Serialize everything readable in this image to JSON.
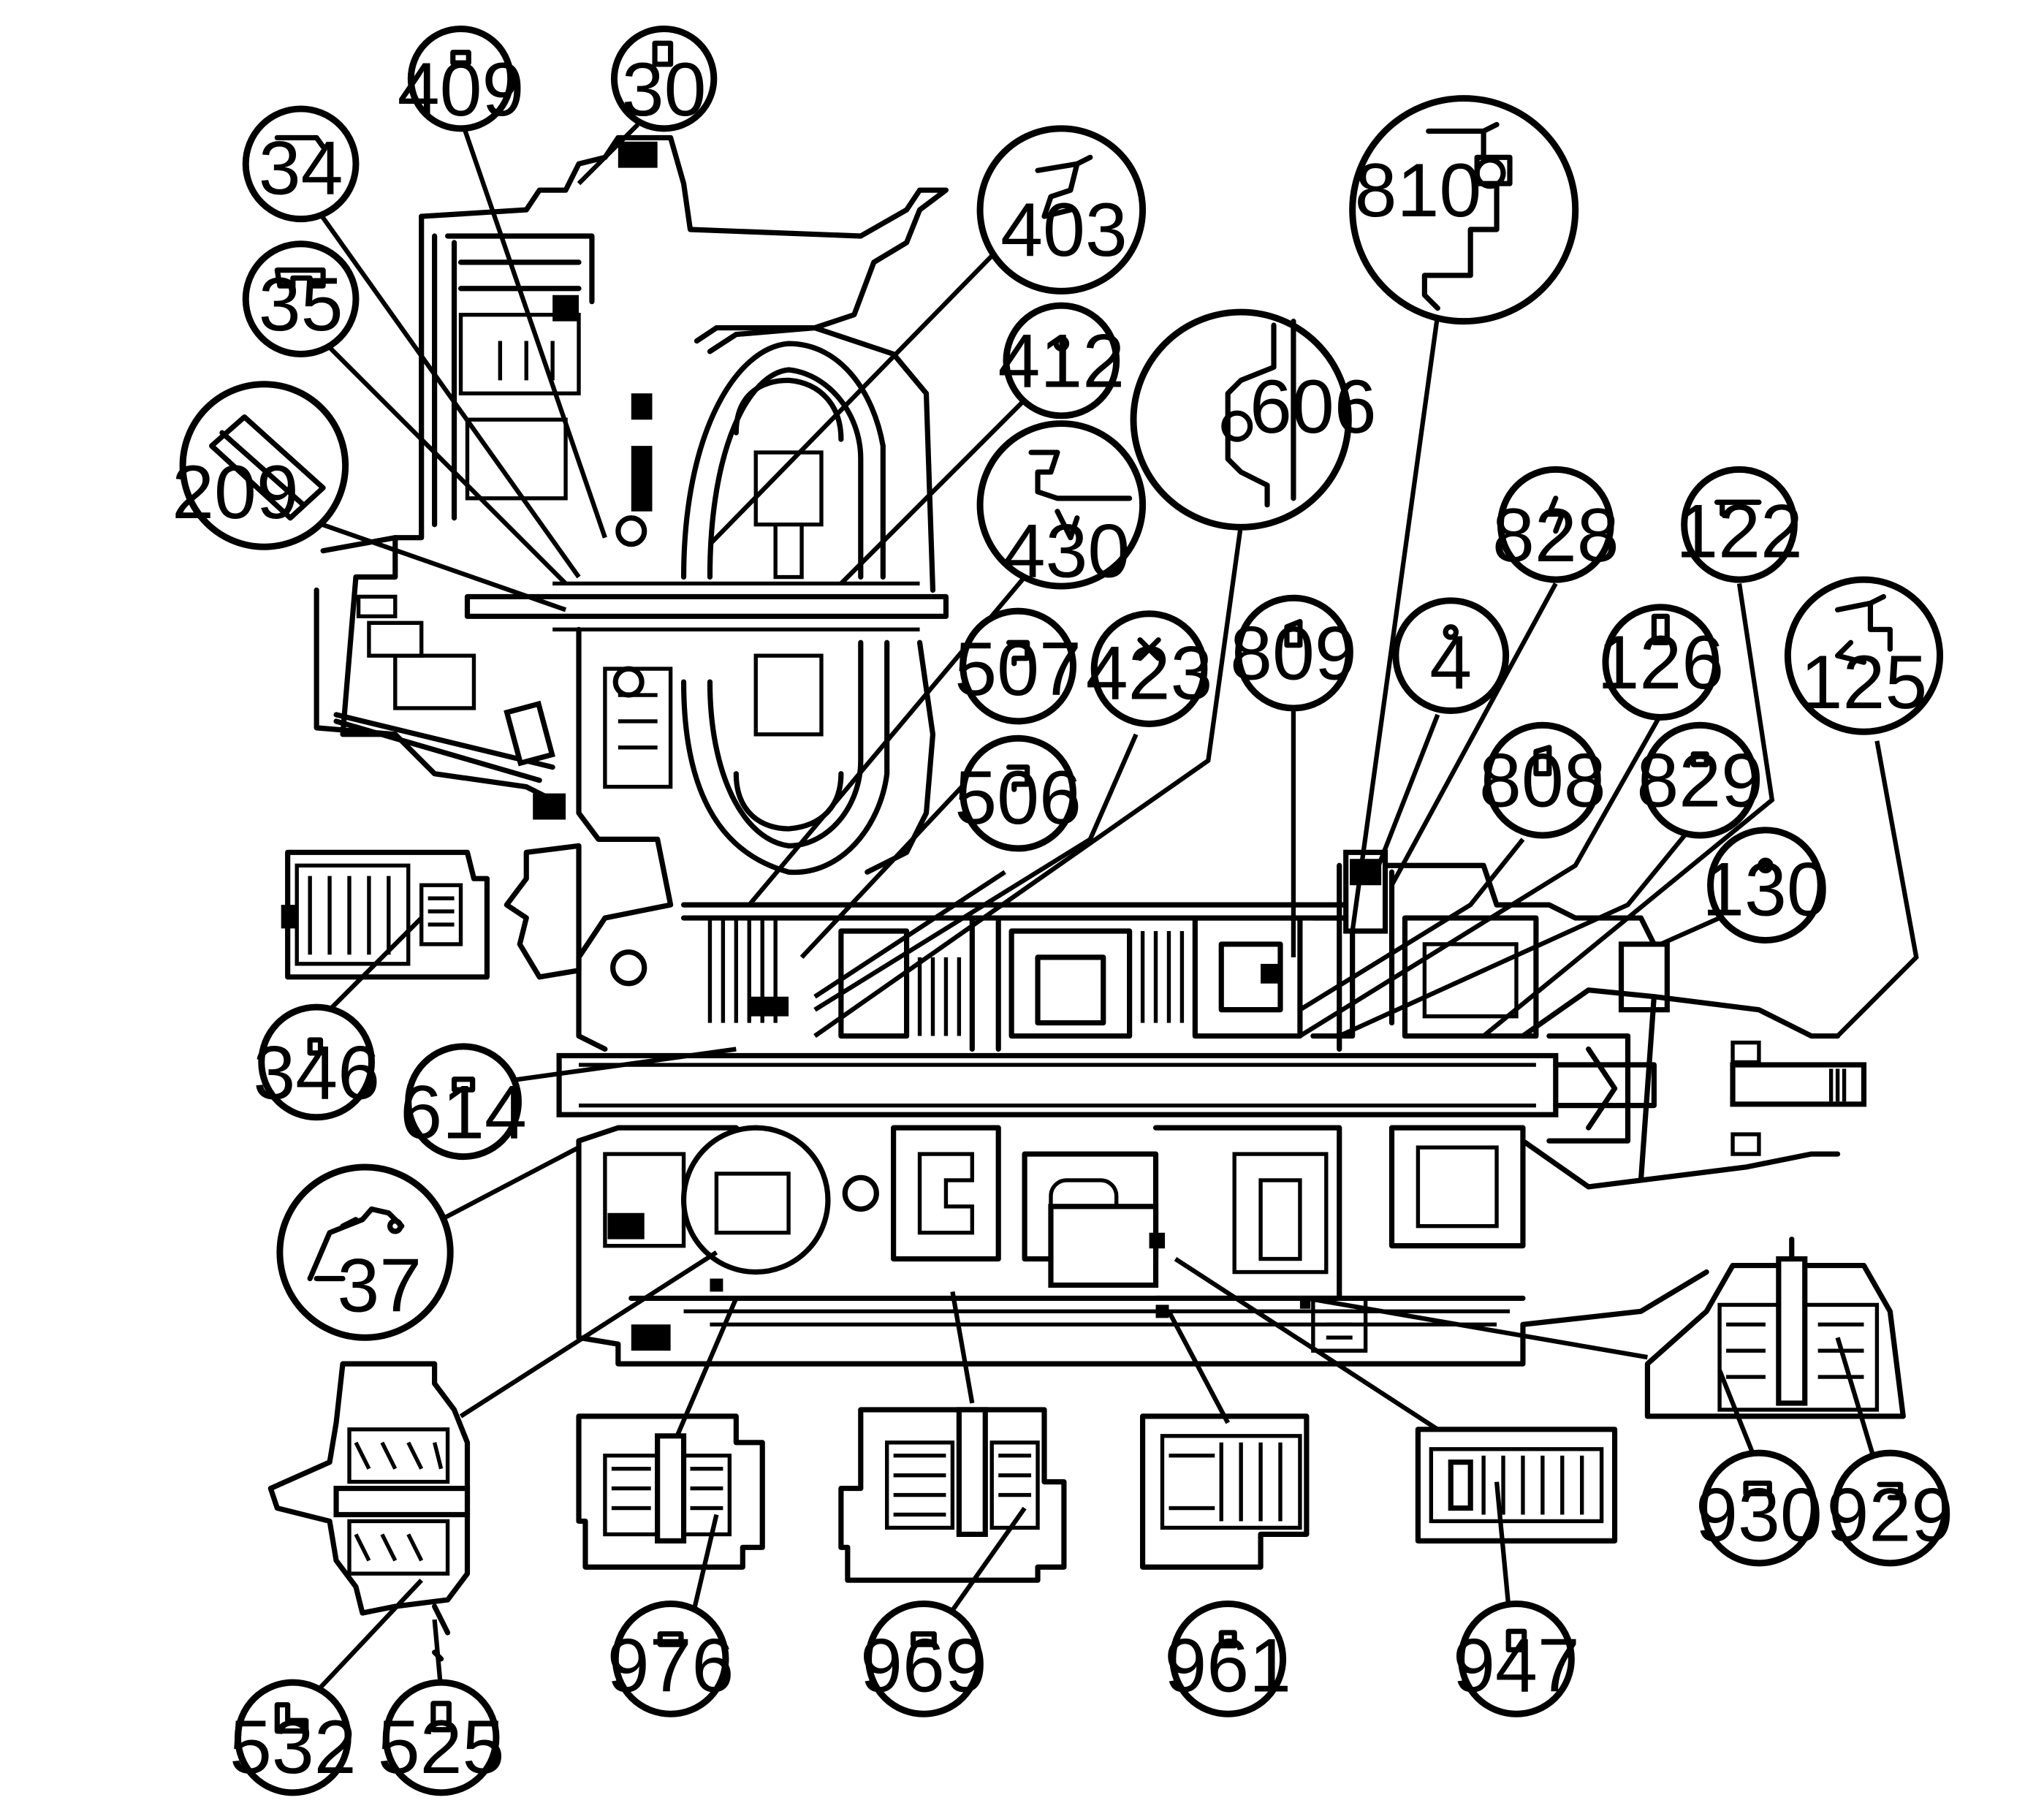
{
  "callouts": [
    {
      "id": "409",
      "label": "409"
    },
    {
      "id": "30",
      "label": "30"
    },
    {
      "id": "34",
      "label": "34"
    },
    {
      "id": "35",
      "label": "35"
    },
    {
      "id": "209",
      "label": "209"
    },
    {
      "id": "403",
      "label": "403"
    },
    {
      "id": "412",
      "label": "412"
    },
    {
      "id": "430",
      "label": "430"
    },
    {
      "id": "810",
      "label": "810"
    },
    {
      "id": "606",
      "label": "606"
    },
    {
      "id": "828",
      "label": "828"
    },
    {
      "id": "122",
      "label": "122"
    },
    {
      "id": "507",
      "label": "507"
    },
    {
      "id": "423",
      "label": "423"
    },
    {
      "id": "809",
      "label": "809"
    },
    {
      "id": "4",
      "label": "4"
    },
    {
      "id": "126",
      "label": "126"
    },
    {
      "id": "125",
      "label": "125"
    },
    {
      "id": "506",
      "label": "506"
    },
    {
      "id": "808",
      "label": "808"
    },
    {
      "id": "829",
      "label": "829"
    },
    {
      "id": "130",
      "label": "130"
    },
    {
      "id": "346",
      "label": "346"
    },
    {
      "id": "614",
      "label": "614"
    },
    {
      "id": "37",
      "label": "37"
    },
    {
      "id": "930",
      "label": "930"
    },
    {
      "id": "929",
      "label": "929"
    },
    {
      "id": "976",
      "label": "976"
    },
    {
      "id": "969",
      "label": "969"
    },
    {
      "id": "961",
      "label": "961"
    },
    {
      "id": "947",
      "label": "947"
    },
    {
      "id": "532",
      "label": "532"
    },
    {
      "id": "525",
      "label": "525"
    }
  ]
}
